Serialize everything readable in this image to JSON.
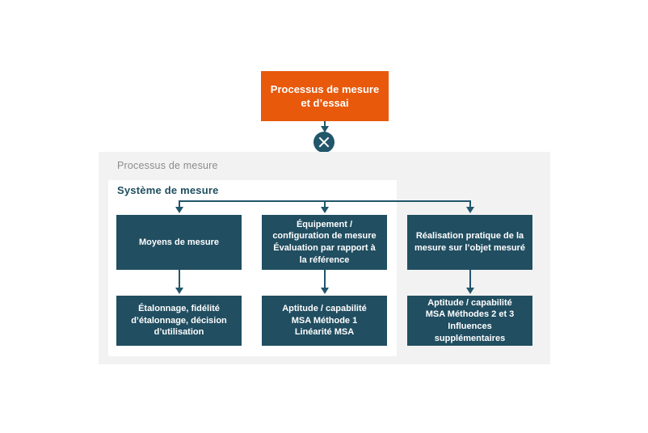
{
  "diagram": {
    "title_root": "Processus de mesure\net d’essai",
    "panels": {
      "outer_label": "Processus de mesure",
      "inner_label": "Système de mesure"
    },
    "junction": {
      "name": "x-junction-node",
      "glyph": "⊗"
    },
    "row1": [
      {
        "text": "Moyens de mesure"
      },
      {
        "text": "Équipement / configuration de mesure\nÉvaluation par rapport à\nla référence"
      },
      {
        "text": "Réalisation pratique de la\nmesure sur l’objet mesuré"
      }
    ],
    "row2": [
      {
        "text": "Étalonnage, fidélité\nd’étalonnage, décision\nd’utilisation"
      },
      {
        "text": "Aptitude / capabilité\nMSA Méthode 1\nLinéarité MSA"
      },
      {
        "text": "Aptitude / capabilité\nMSA Méthodes 2 et 3\nInfluences supplémentaires"
      }
    ],
    "colors": {
      "accent_orange": "#e8590c",
      "node_teal": "#214e61",
      "connector": "#21566b",
      "panel_gray": "#f2f2f2",
      "panel_white": "#ffffff",
      "outer_label_gray": "#8c8c8c",
      "inner_label_teal": "#1f4e5f",
      "background": "#ffffff"
    }
  }
}
